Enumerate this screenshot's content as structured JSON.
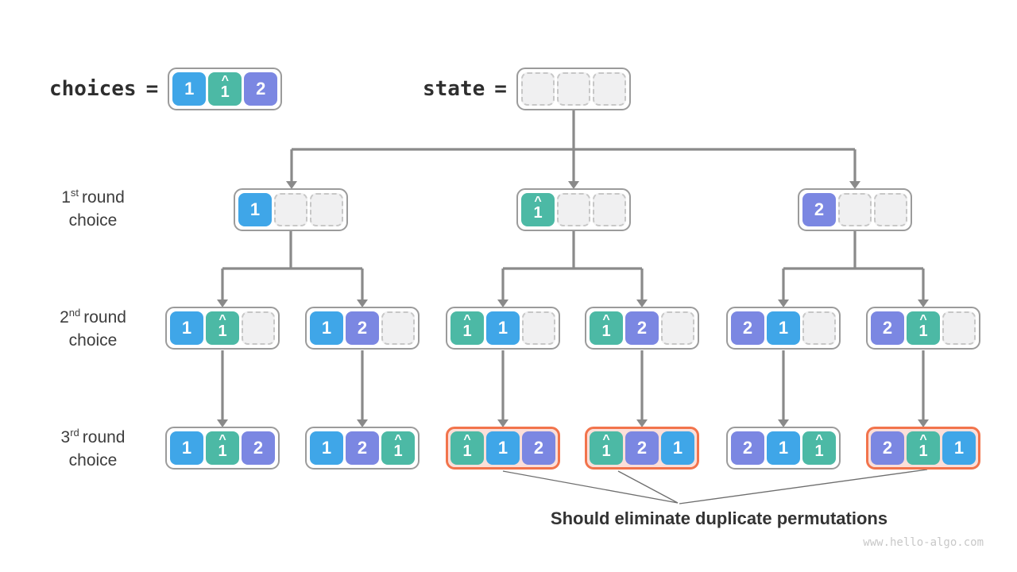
{
  "header": {
    "choices": {
      "label": "choices",
      "equals": "=",
      "cells": [
        {
          "c": "blue",
          "v": "1"
        },
        {
          "c": "teal",
          "v": "1",
          "hat": true
        },
        {
          "c": "purple",
          "v": "2"
        }
      ]
    },
    "state": {
      "label": "state",
      "equals": "=",
      "cells": [
        {
          "c": "empty"
        },
        {
          "c": "empty"
        },
        {
          "c": "empty"
        }
      ]
    }
  },
  "row_labels": [
    {
      "num": "1",
      "ordinal": "st",
      "rest": "round",
      "line2": "choice"
    },
    {
      "num": "2",
      "ordinal": "nd",
      "rest": "round",
      "line2": "choice"
    },
    {
      "num": "3",
      "ordinal": "rd",
      "rest": "round",
      "line2": "choice"
    }
  ],
  "tree": {
    "level1": [
      {
        "cells": [
          {
            "c": "blue",
            "v": "1"
          },
          {
            "c": "empty"
          },
          {
            "c": "empty"
          }
        ]
      },
      {
        "cells": [
          {
            "c": "teal",
            "v": "1",
            "hat": true
          },
          {
            "c": "empty"
          },
          {
            "c": "empty"
          }
        ]
      },
      {
        "cells": [
          {
            "c": "purple",
            "v": "2"
          },
          {
            "c": "empty"
          },
          {
            "c": "empty"
          }
        ]
      }
    ],
    "level2": [
      {
        "cells": [
          {
            "c": "blue",
            "v": "1"
          },
          {
            "c": "teal",
            "v": "1",
            "hat": true
          },
          {
            "c": "empty"
          }
        ]
      },
      {
        "cells": [
          {
            "c": "blue",
            "v": "1"
          },
          {
            "c": "purple",
            "v": "2"
          },
          {
            "c": "empty"
          }
        ]
      },
      {
        "cells": [
          {
            "c": "teal",
            "v": "1",
            "hat": true
          },
          {
            "c": "blue",
            "v": "1"
          },
          {
            "c": "empty"
          }
        ]
      },
      {
        "cells": [
          {
            "c": "teal",
            "v": "1",
            "hat": true
          },
          {
            "c": "purple",
            "v": "2"
          },
          {
            "c": "empty"
          }
        ]
      },
      {
        "cells": [
          {
            "c": "purple",
            "v": "2"
          },
          {
            "c": "blue",
            "v": "1"
          },
          {
            "c": "empty"
          }
        ]
      },
      {
        "cells": [
          {
            "c": "purple",
            "v": "2"
          },
          {
            "c": "teal",
            "v": "1",
            "hat": true
          },
          {
            "c": "empty"
          }
        ]
      }
    ],
    "level3": [
      {
        "highlight": false,
        "cells": [
          {
            "c": "blue",
            "v": "1"
          },
          {
            "c": "teal",
            "v": "1",
            "hat": true
          },
          {
            "c": "purple",
            "v": "2"
          }
        ]
      },
      {
        "highlight": false,
        "cells": [
          {
            "c": "blue",
            "v": "1"
          },
          {
            "c": "purple",
            "v": "2"
          },
          {
            "c": "teal",
            "v": "1",
            "hat": true
          }
        ]
      },
      {
        "highlight": true,
        "cells": [
          {
            "c": "teal",
            "v": "1",
            "hat": true
          },
          {
            "c": "blue",
            "v": "1"
          },
          {
            "c": "purple",
            "v": "2"
          }
        ]
      },
      {
        "highlight": true,
        "cells": [
          {
            "c": "teal",
            "v": "1",
            "hat": true
          },
          {
            "c": "purple",
            "v": "2"
          },
          {
            "c": "blue",
            "v": "1"
          }
        ]
      },
      {
        "highlight": false,
        "cells": [
          {
            "c": "purple",
            "v": "2"
          },
          {
            "c": "blue",
            "v": "1"
          },
          {
            "c": "teal",
            "v": "1",
            "hat": true
          }
        ]
      },
      {
        "highlight": true,
        "cells": [
          {
            "c": "purple",
            "v": "2"
          },
          {
            "c": "teal",
            "v": "1",
            "hat": true
          },
          {
            "c": "blue",
            "v": "1"
          }
        ]
      }
    ]
  },
  "glyphs": {
    "hat_char": "^"
  },
  "annotation": "Should eliminate duplicate permutations",
  "watermark": "www.hello-algo.com",
  "colors": {
    "blue": "#3FA6E8",
    "teal": "#4CB9A5",
    "purple": "#7B87E2",
    "highlight_border": "#F2744C",
    "highlight_bg": "#FBDFD9",
    "connector": "#8A8A8A"
  }
}
